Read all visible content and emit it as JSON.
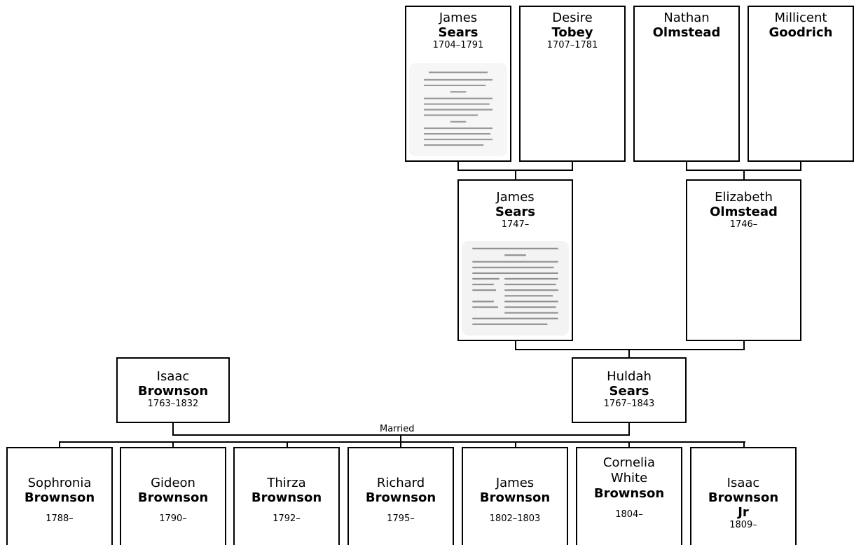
{
  "great_grandparents": [
    {
      "given": "James",
      "surname": "Sears",
      "dates": "1704–1791"
    },
    {
      "given": "Desire",
      "surname": "Tobey",
      "dates": "1707–1781"
    },
    {
      "given": "Nathan",
      "surname": "Olmstead",
      "dates": ""
    },
    {
      "given": "Millicent",
      "surname": "Goodrich",
      "dates": ""
    }
  ],
  "grandparents": [
    {
      "given": "James",
      "surname": "Sears",
      "dates": "1747–"
    },
    {
      "given": "Elizabeth",
      "surname": "Olmstead",
      "dates": "1746–"
    }
  ],
  "parents": [
    {
      "given": "Isaac",
      "surname": "Brownson",
      "dates": "1763–1832"
    },
    {
      "given": "Huldah",
      "surname": "Sears",
      "dates": "1767–1843"
    }
  ],
  "marriage_label": "Married",
  "children": [
    {
      "given": "Sophronia",
      "surname": "Brownson",
      "dates": "1788–"
    },
    {
      "given": "Gideon",
      "surname": "Brownson",
      "dates": "1790–"
    },
    {
      "given": "Thirza",
      "surname": "Brownson",
      "dates": "1792–"
    },
    {
      "given": "Richard",
      "surname": "Brownson",
      "dates": "1795–"
    },
    {
      "given": "James",
      "surname": "Brownson",
      "dates": "1802–1803"
    },
    {
      "given": "Cornelia White",
      "surname": "Brownson",
      "dates": "1804–"
    },
    {
      "given": "Isaac",
      "surname": "Brownson Jr",
      "dates": "1809–"
    }
  ]
}
